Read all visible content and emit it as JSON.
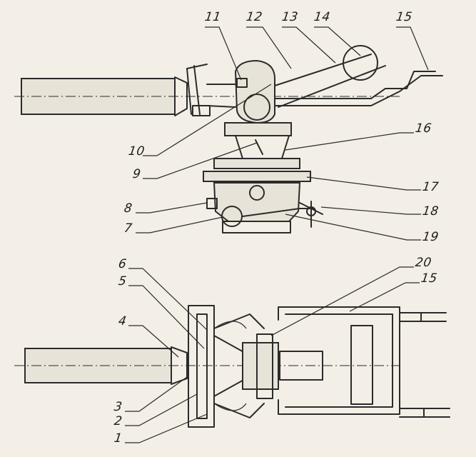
{
  "labels": {
    "l1": "1",
    "l2": "2",
    "l3": "3",
    "l4": "4",
    "l5": "5",
    "l6": "6",
    "l7": "7",
    "l8": "8",
    "l9": "9",
    "l10": "10",
    "l11": "11",
    "l12": "12",
    "l13": "13",
    "l14": "14",
    "l15_top": "15",
    "l15_bottom": "15",
    "l16": "16",
    "l17": "17",
    "l18": "18",
    "l19": "19",
    "l20": "20"
  }
}
